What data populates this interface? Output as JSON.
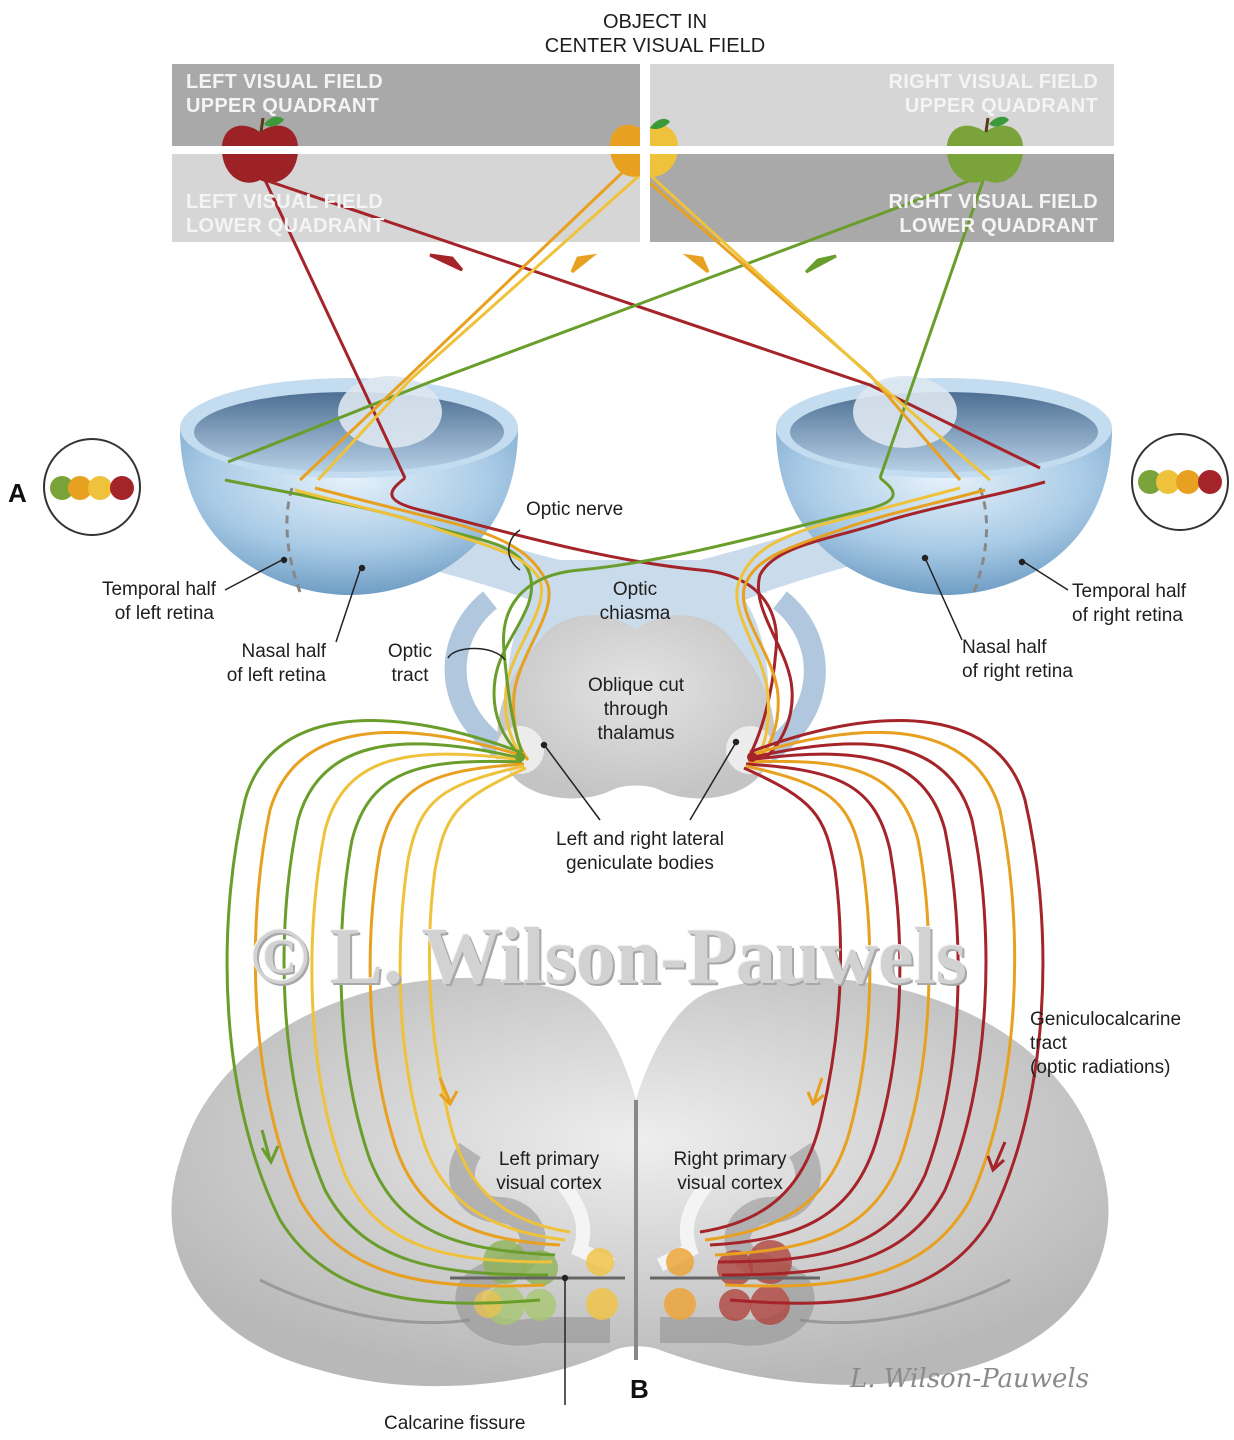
{
  "title": [
    "OBJECT IN",
    "CENTER VISUAL FIELD"
  ],
  "quadrants": {
    "left_upper": [
      "LEFT VISUAL FIELD",
      "UPPER QUADRANT"
    ],
    "right_upper": [
      "RIGHT VISUAL FIELD",
      "UPPER QUADRANT"
    ],
    "left_lower": [
      "LEFT VISUAL FIELD",
      "LOWER QUADRANT"
    ],
    "right_lower": [
      "RIGHT VISUAL FIELD",
      "LOWER  QUADRANT"
    ]
  },
  "labels": {
    "optic_nerve": "Optic nerve",
    "optic_chiasma": [
      "Optic",
      "chiasma"
    ],
    "temporal_left": [
      "Temporal half",
      "of left retina"
    ],
    "nasal_left": [
      "Nasal half",
      "of left retina"
    ],
    "optic_tract": [
      "Optic",
      "tract"
    ],
    "oblique_cut": [
      "Oblique cut",
      "through",
      "thalamus"
    ],
    "temporal_right": [
      "Temporal half",
      "of right retina"
    ],
    "nasal_right": [
      "Nasal half",
      "of right retina"
    ],
    "geniculate": [
      "Left and right lateral",
      "geniculate bodies"
    ],
    "geniculocalcarine": [
      "Geniculocalcarine",
      "tract",
      "(optic radiations)"
    ],
    "left_cortex": [
      "Left primary",
      "visual cortex"
    ],
    "right_cortex": [
      "Right primary",
      "visual cortex"
    ],
    "calcarine": "Calcarine fissure"
  },
  "panel_letters": {
    "a": "A",
    "b": "B"
  },
  "watermark": "© L. Wilson-Pauwels",
  "signature": "L. Wilson-Pauwels",
  "colors": {
    "red_pathway": "#a4242a",
    "green_pathway": "#6a9e2c",
    "orange_pathway": "#e8a020",
    "yellow_pathway": "#efc23c",
    "quadrant_dark": "#a8a8a8",
    "quadrant_light": "#d4d4d4",
    "eyeball": "#9cc4e2"
  }
}
